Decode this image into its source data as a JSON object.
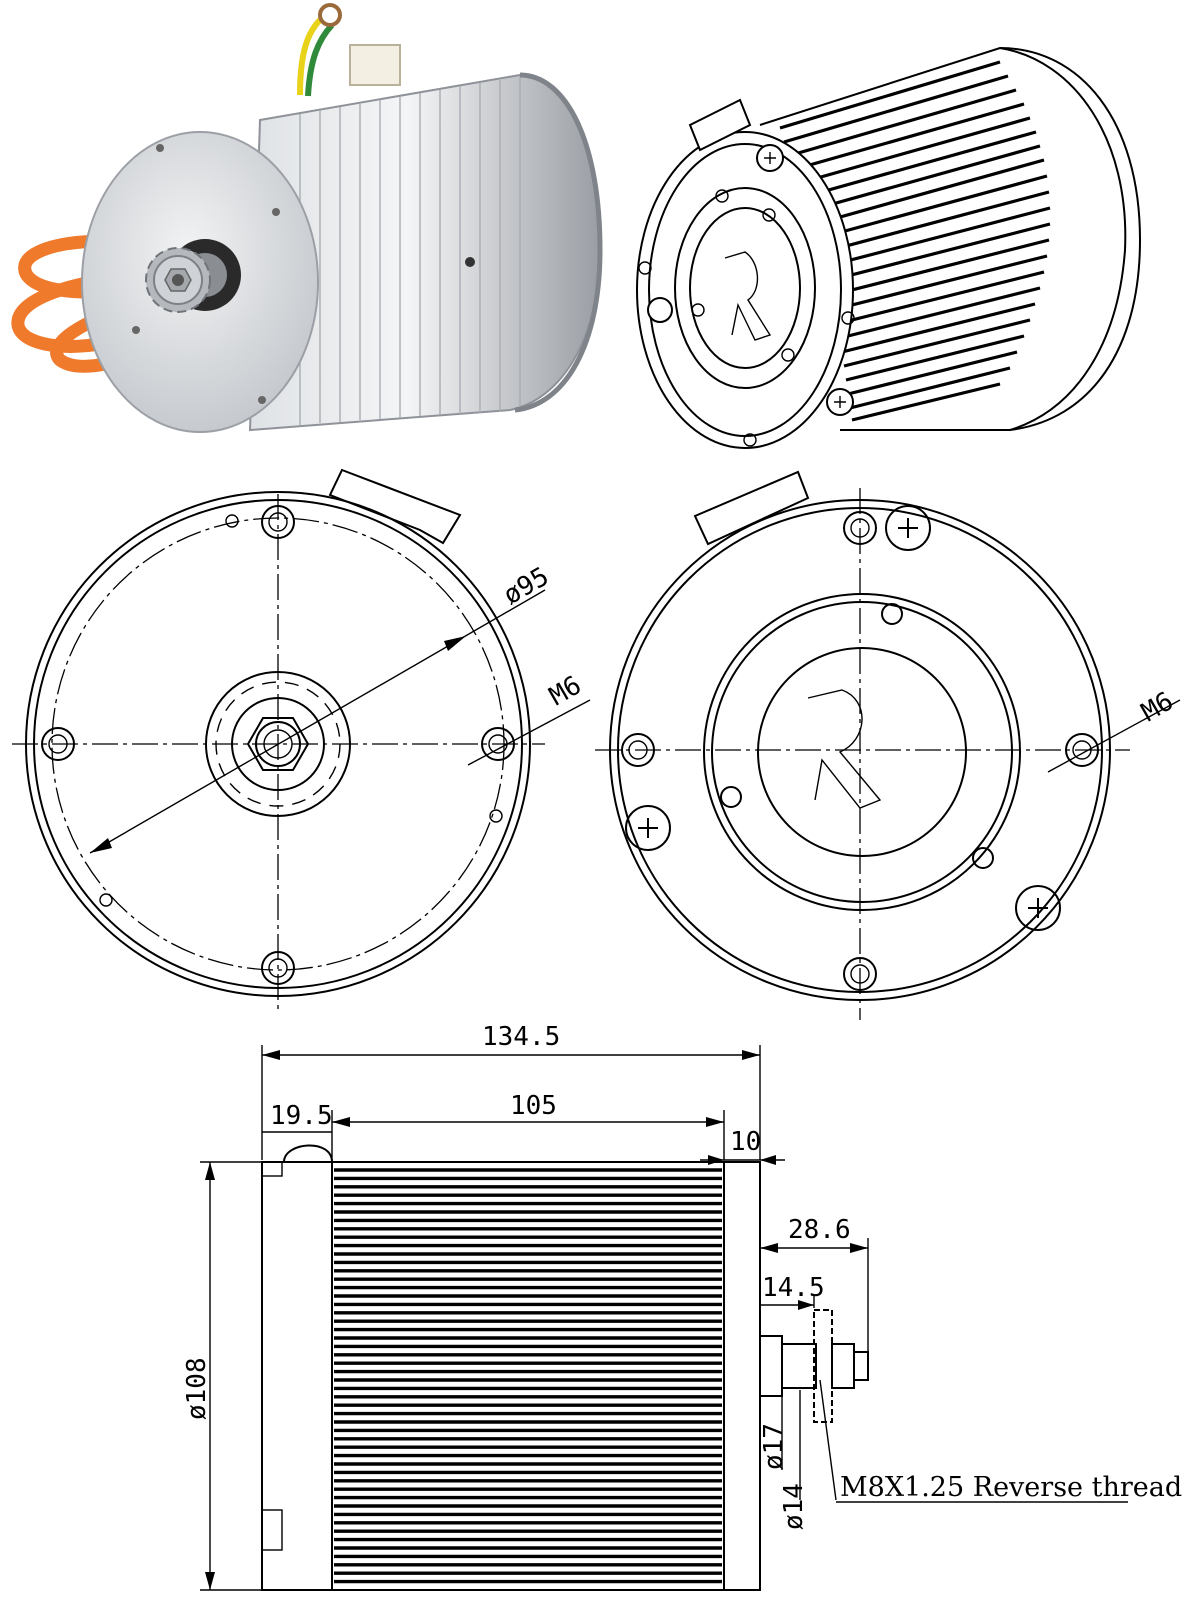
{
  "views": {
    "photo": "motor-photo",
    "iso": "motor-isometric",
    "front": "front-view",
    "rear": "rear-view",
    "side": "side-view"
  },
  "dims": {
    "front_bolt_circle": "ø95",
    "front_thread": "M6",
    "rear_thread": "M6",
    "overall_length": "134.5",
    "end_cap": "19.5",
    "body_length": "105",
    "front_cap": "10",
    "shaft_total": "28.6",
    "shaft_step": "14.5",
    "body_diameter": "ø108",
    "shaft_d1": "ø17",
    "shaft_d2": "ø14",
    "thread_note": "M8X1.25 Reverse thread"
  },
  "colors": {
    "aluminum": "#c9ccd0",
    "aluminum_dark": "#8f9399",
    "cable": "#f07a2c",
    "wire_yellow": "#e8d21a",
    "wire_green": "#2f8a3a",
    "line": "#000000"
  }
}
